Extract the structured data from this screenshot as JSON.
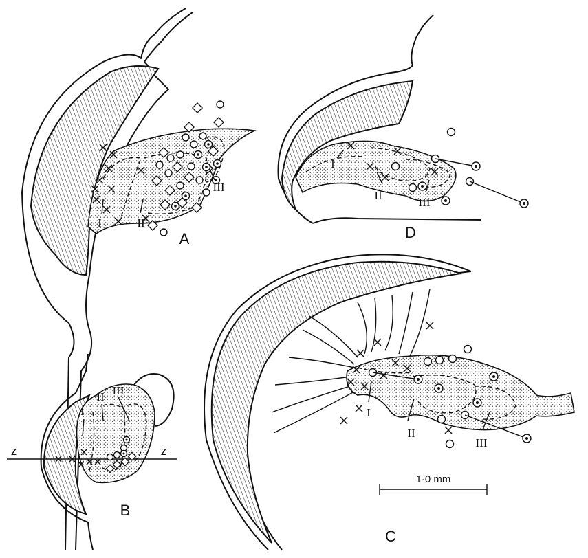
{
  "panels": {
    "A": {
      "letter": "A",
      "zones": [
        "I",
        "II",
        "III"
      ]
    },
    "B": {
      "letter": "B",
      "zones": [
        "I",
        "II",
        "III"
      ],
      "section_line_left": "z",
      "section_line_right": "z"
    },
    "C": {
      "letter": "C",
      "zones": [
        "I",
        "II",
        "III"
      ]
    },
    "D": {
      "letter": "D",
      "zones": [
        "I",
        "II",
        "III"
      ]
    }
  },
  "scale_bar": {
    "label": "1·0 mm"
  },
  "colors": {
    "ink": "#111111",
    "paper": "#ffffff"
  }
}
